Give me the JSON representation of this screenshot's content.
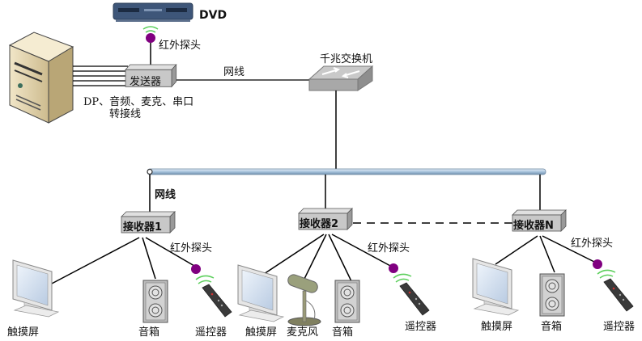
{
  "title": "Network diagram: sender, gigabit switch, receivers",
  "colors": {
    "ir_probe": "#800080",
    "bus_bar": "#a8c4dc",
    "box_fill": "#c8c8c8",
    "line": "#000000"
  },
  "sender": {
    "dvd_label": "DVD",
    "ir_label": "红外探头",
    "box_label": "发送器",
    "cable_label_line1": "DP、音频、麦克、串口",
    "cable_label_line2": "转接线",
    "network_label": "网线"
  },
  "switch": {
    "label": "千兆交换机"
  },
  "bus": {
    "network_label": "网线"
  },
  "receivers": [
    {
      "label": "接收器1",
      "ir_label": "红外探头",
      "devices": [
        "触摸屏",
        "音箱",
        "遥控器"
      ]
    },
    {
      "label": "接收器2",
      "ir_label": "红外探头",
      "devices": [
        "触摸屏",
        "麦克风",
        "音箱",
        "遥控器"
      ]
    },
    {
      "label": "接收器N",
      "ir_label": "红外探头",
      "devices": [
        "触摸屏",
        "音箱",
        "遥控器"
      ]
    }
  ]
}
